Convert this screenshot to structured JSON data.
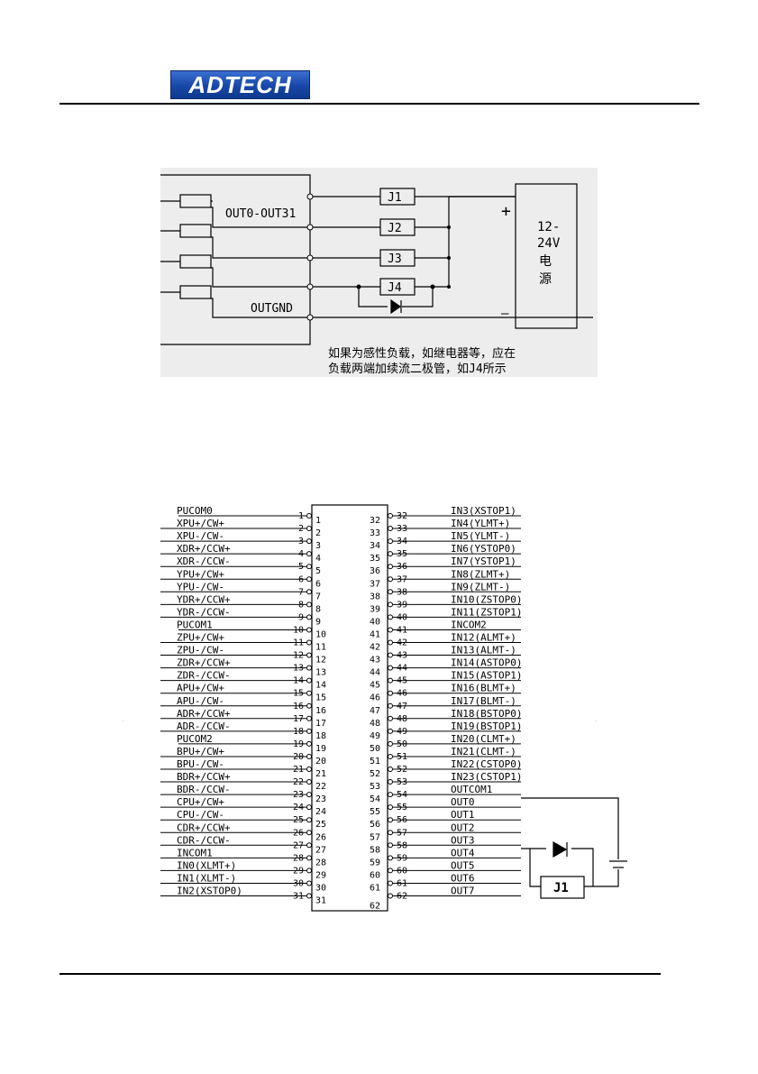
{
  "header": {
    "logo_text": "ADTECH",
    "brand_color": "#1747a8"
  },
  "output_diagram": {
    "label_out": "OUT0-OUT31",
    "label_gnd": "OUTGND",
    "relays": [
      "J1",
      "J2",
      "J3",
      "J4"
    ],
    "plus": "+",
    "minus": "—",
    "power_supply": [
      "12-",
      "24V",
      "电",
      "源"
    ],
    "note_line1": "如果为感性负载，如继电器等，应在",
    "note_line2": "负载两端加续流二极管，如J4所示"
  },
  "connector": {
    "left_labels": [
      "PUCOM0",
      "XPU+/CW+",
      "XPU-/CW-",
      "XDR+/CCW+",
      "XDR-/CCW-",
      "YPU+/CW+",
      "YPU-/CW-",
      "YDR+/CCW+",
      "YDR-/CCW-",
      "PUCOM1",
      "ZPU+/CW+",
      "ZPU-/CW-",
      "ZDR+/CCW+",
      "ZDR-/CCW-",
      "APU+/CW+",
      "APU-/CW-",
      "ADR+/CCW+",
      "ADR-/CCW-",
      "PUCOM2",
      "BPU+/CW+",
      "BPU-/CW-",
      "BDR+/CCW+",
      "BDR-/CCW-",
      "CPU+/CW+",
      "CPU-/CW-",
      "CDR+/CCW+",
      "CDR-/CCW-",
      "INCOM1",
      "IN0(XLMT+)",
      "IN1(XLMT-)",
      "IN2(XSTOP0)"
    ],
    "right_labels": [
      "IN3(XSTOP1)",
      "IN4(YLMT+)",
      "IN5(YLMT-)",
      "IN6(YSTOP0)",
      "IN7(YSTOP1)",
      "IN8(ZLMT+)",
      "IN9(ZLMT-)",
      "IN10(ZSTOP0)",
      "IN11(ZSTOP1)",
      "INCOM2",
      "IN12(ALMT+)",
      "IN13(ALMT-)",
      "IN14(ASTOP0)",
      "IN15(ASTOP1)",
      "IN16(BLMT+)",
      "IN17(BLMT-)",
      "IN18(BSTOP0)",
      "IN19(BSTOP1)",
      "IN20(CLMT+)",
      "IN21(CLMT-)",
      "IN22(CSTOP0)",
      "IN23(CSTOP1)",
      "OUTCOM1",
      "OUT0",
      "OUT1",
      "OUT2",
      "OUT3",
      "OUT4",
      "OUT5",
      "OUT6",
      "OUT7"
    ],
    "left_pins": [
      "1",
      "2",
      "3",
      "4",
      "5",
      "6",
      "7",
      "8",
      "9",
      "10",
      "11",
      "12",
      "13",
      "14",
      "15",
      "16",
      "17",
      "18",
      "19",
      "20",
      "21",
      "22",
      "23",
      "24",
      "25",
      "26",
      "27",
      "28",
      "29",
      "30",
      "31"
    ],
    "right_pins": [
      "32",
      "33",
      "34",
      "35",
      "36",
      "37",
      "38",
      "39",
      "40",
      "41",
      "42",
      "43",
      "44",
      "45",
      "46",
      "47",
      "48",
      "49",
      "50",
      "51",
      "52",
      "53",
      "54",
      "55",
      "56",
      "57",
      "58",
      "59",
      "60",
      "61",
      "62"
    ],
    "relay_label": "J1"
  }
}
